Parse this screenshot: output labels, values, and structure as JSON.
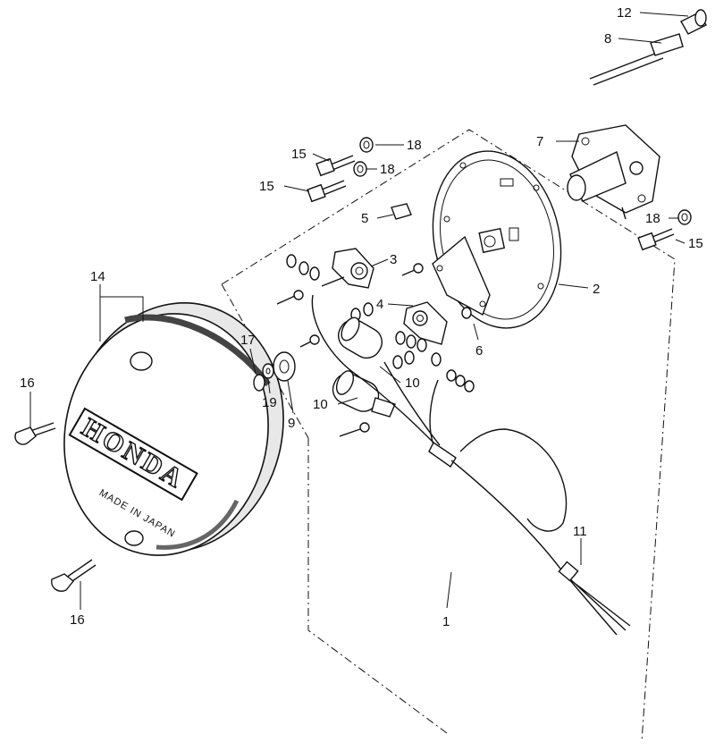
{
  "callouts": [
    {
      "id": "c1",
      "text": "1"
    },
    {
      "id": "c2",
      "text": "2"
    },
    {
      "id": "c3",
      "text": "3"
    },
    {
      "id": "c4",
      "text": "4"
    },
    {
      "id": "c5",
      "text": "5"
    },
    {
      "id": "c6",
      "text": "6"
    },
    {
      "id": "c7",
      "text": "7"
    },
    {
      "id": "c8",
      "text": "8"
    },
    {
      "id": "c9",
      "text": "9"
    },
    {
      "id": "c10a",
      "text": "10"
    },
    {
      "id": "c10b",
      "text": "10"
    },
    {
      "id": "c11",
      "text": "11"
    },
    {
      "id": "c12",
      "text": "12"
    },
    {
      "id": "c14",
      "text": "14"
    },
    {
      "id": "c15a",
      "text": "15"
    },
    {
      "id": "c15b",
      "text": "15"
    },
    {
      "id": "c15c",
      "text": "15"
    },
    {
      "id": "c16a",
      "text": "16"
    },
    {
      "id": "c16b",
      "text": "16"
    },
    {
      "id": "c17",
      "text": "17"
    },
    {
      "id": "c18a",
      "text": "18"
    },
    {
      "id": "c18b",
      "text": "18"
    },
    {
      "id": "c18c",
      "text": "18"
    },
    {
      "id": "c19",
      "text": "19"
    }
  ],
  "cover": {
    "brand": "HONDA",
    "origin": "MADE IN JAPAN"
  }
}
